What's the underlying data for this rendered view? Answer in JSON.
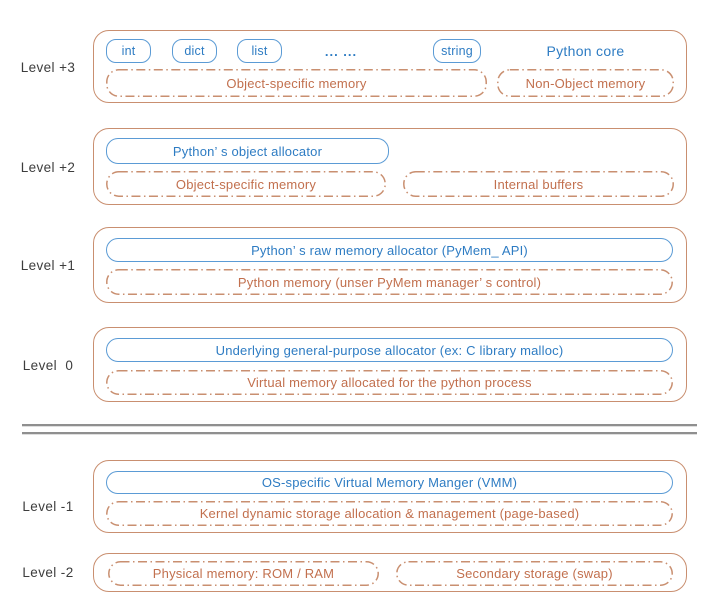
{
  "colors": {
    "blue_border": "#5b9bd5",
    "blue_text": "#2e7cc3",
    "orange_border": "#c98f70",
    "orange_text": "#c2704e",
    "label_text": "#3d3d3d",
    "divider": "#8f8f8f"
  },
  "levels": [
    {
      "label": "Level +3",
      "tags": [
        "int",
        "dict",
        "list"
      ],
      "ellipsis": "... ...",
      "tag_string": "string",
      "right_text": "Python core",
      "dashed_left": "Object-specific memory",
      "dashed_right": "Non-Object memory"
    },
    {
      "label": "Level +2",
      "blue_box": "Python’ s object allocator",
      "dashed_left": "Object-specific memory",
      "dashed_right": "Internal buffers"
    },
    {
      "label": "Level +1",
      "blue_box": "Python’ s raw memory allocator (PyMem_ API)",
      "dashed": "Python memory (unser PyMem manager’ s control)"
    },
    {
      "label": "Level  0",
      "blue_box": "Underlying general-purpose allocator (ex: C library malloc)",
      "dashed": "Virtual memory allocated for the python process"
    },
    {
      "label": "Level -1",
      "blue_box": "OS-specific Virtual Memory Manger (VMM)",
      "dashed": "Kernel dynamic storage allocation & management (page-based)"
    },
    {
      "label": "Level -2",
      "dashed_left": "Physical memory: ROM / RAM",
      "dashed_right": "Secondary storage (swap)"
    }
  ]
}
